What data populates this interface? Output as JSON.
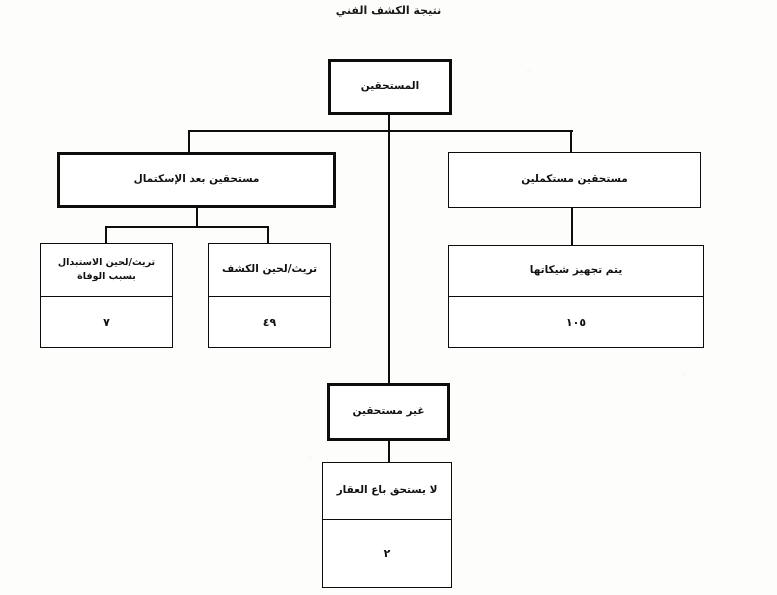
{
  "document": {
    "title": "نتيجة الكشف الفني",
    "language": "ar",
    "direction": "rtl"
  },
  "colors": {
    "line": "#0d0d0d",
    "text": "#111111",
    "background": "#fdfdfc"
  },
  "chart_data": {
    "type": "diagram",
    "title": "نتيجة الكشف الفني",
    "nodes": [
      {
        "id": "root",
        "label": "المستحقين",
        "value": null,
        "level": 0
      },
      {
        "id": "eligible_after_completion",
        "label": "مستحقين بعد الإسكتمال",
        "value": null,
        "level": 1
      },
      {
        "id": "eligible_completed",
        "label": "مستحقين مستكملين",
        "value": null,
        "level": 1
      },
      {
        "id": "hold_replacement_death",
        "label": "تريث/لحين الاستبدال بسبب الوفاة",
        "value": "٧",
        "level": 2
      },
      {
        "id": "hold_until_inspection",
        "label": "تريث/لحين الكشف",
        "value": "٤٩",
        "level": 2
      },
      {
        "id": "checks_prepared",
        "label": "يتم تجهيز شيكاتها",
        "value": "١٠٥",
        "level": 2
      },
      {
        "id": "not_eligible",
        "label": "غير مستحقين",
        "value": null,
        "level": 1
      },
      {
        "id": "sold_property",
        "label": "لا يستحق باع العقار",
        "value": "٢",
        "level": 2
      }
    ],
    "edges": [
      {
        "from": "root",
        "to": "eligible_after_completion"
      },
      {
        "from": "root",
        "to": "eligible_completed"
      },
      {
        "from": "root",
        "to": "not_eligible"
      },
      {
        "from": "eligible_after_completion",
        "to": "hold_replacement_death"
      },
      {
        "from": "eligible_after_completion",
        "to": "hold_until_inspection"
      },
      {
        "from": "eligible_completed",
        "to": "checks_prepared"
      },
      {
        "from": "not_eligible",
        "to": "sold_property"
      }
    ],
    "totals": {
      "hold_replacement_death": 7,
      "hold_until_inspection": 49,
      "checks_prepared": 105,
      "sold_property": 2
    }
  }
}
